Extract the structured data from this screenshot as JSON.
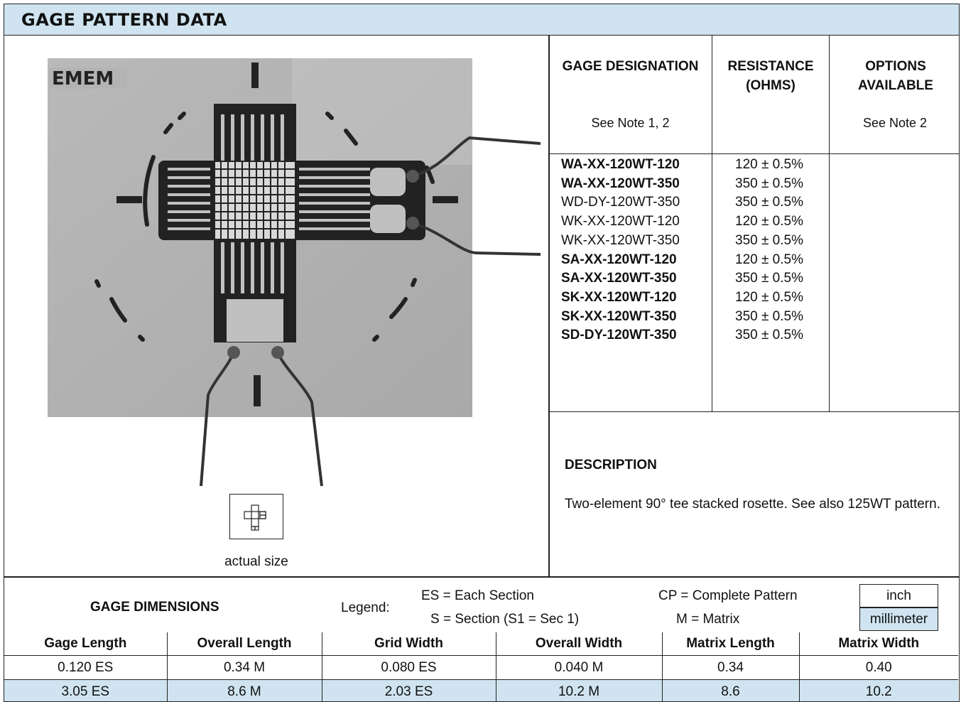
{
  "title": "GAGE PATTERN DATA",
  "photo": {
    "logo": "EMEM",
    "actual_size_label": "actual size"
  },
  "designation_table": {
    "headers": {
      "designation": "GAGE DESIGNATION",
      "designation_note": "See Note 1, 2",
      "resistance": "RESISTANCE (OHMS)",
      "options": "OPTIONS AVAILABLE",
      "options_note": "See Note 2"
    },
    "rows": [
      {
        "designation": "WA-XX-120WT-120",
        "resistance": "120 ± 0.5%",
        "bold": true
      },
      {
        "designation": "WA-XX-120WT-350",
        "resistance": "350 ± 0.5%",
        "bold": true
      },
      {
        "designation": "WD-DY-120WT-350",
        "resistance": "350 ± 0.5%",
        "bold": false
      },
      {
        "designation": "WK-XX-120WT-120",
        "resistance": "120 ± 0.5%",
        "bold": false
      },
      {
        "designation": "WK-XX-120WT-350",
        "resistance": "350 ± 0.5%",
        "bold": false
      },
      {
        "designation": "SA-XX-120WT-120",
        "resistance": "120 ± 0.5%",
        "bold": true
      },
      {
        "designation": "SA-XX-120WT-350",
        "resistance": "350 ± 0.5%",
        "bold": true
      },
      {
        "designation": "SK-XX-120WT-120",
        "resistance": "120 ± 0.5%",
        "bold": true
      },
      {
        "designation": "SK-XX-120WT-350",
        "resistance": "350 ± 0.5%",
        "bold": true
      },
      {
        "designation": "SD-DY-120WT-350",
        "resistance": "350 ± 0.5%",
        "bold": true
      }
    ]
  },
  "description": {
    "title": "DESCRIPTION",
    "text": "Two-element 90° tee stacked rosette. See also 125WT pattern."
  },
  "dimensions": {
    "title": "GAGE DIMENSIONS",
    "legend_label": "Legend:",
    "legend": {
      "es": "ES = Each Section",
      "s": "S = Section (S1 = Sec 1)",
      "cp": "CP = Complete Pattern",
      "m": "M = Matrix"
    },
    "units": {
      "inch": "inch",
      "millimeter": "millimeter"
    },
    "columns": [
      "Gage Length",
      "Overall Length",
      "Grid Width",
      "Overall Width",
      "Matrix Length",
      "Matrix Width"
    ],
    "rows": [
      [
        "0.120 ES",
        "0.34 M",
        "0.080 ES",
        "0.040 M",
        "0.34",
        "0.40"
      ],
      [
        "3.05 ES",
        "8.6 M",
        "2.03 ES",
        "10.2 M",
        "8.6",
        "10.2"
      ]
    ]
  },
  "colors": {
    "accent": "#cfe4f0",
    "border": "#222222"
  }
}
